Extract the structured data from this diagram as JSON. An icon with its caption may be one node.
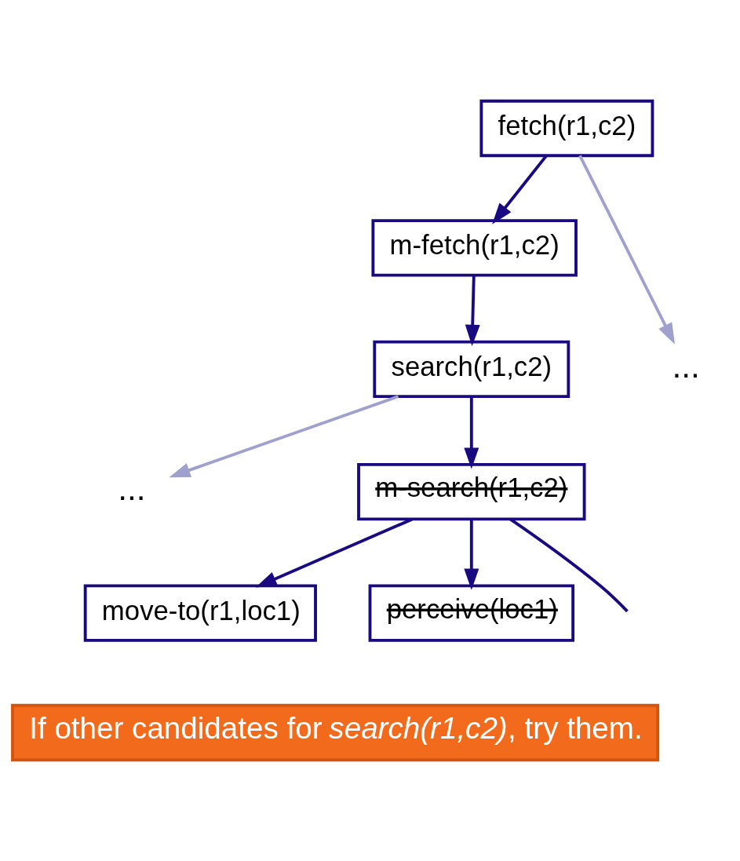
{
  "diagram": {
    "nodes": [
      {
        "text": [
          "fetch(r1,c2)"
        ]
      },
      {
        "text": [
          "m-fetch(r1,c2)"
        ]
      },
      {
        "text": [
          "..."
        ]
      },
      {
        "text": [
          "search(r1,c2)"
        ]
      },
      {
        "text": [
          "..."
        ]
      },
      {
        "text": [
          "m-search(r1,c2)"
        ]
      },
      {
        "text": [
          "move-to(r1,loc1)"
        ]
      },
      {
        "text": [
          "perceive(loc1)"
        ]
      },
      {
        "text": [
          "If other candidates for *search(r1,c2)*, try them."
        ]
      }
    ],
    "edges": [
      {
        "from": 0,
        "to": 1,
        "arrow": "to"
      },
      {
        "from": 0,
        "to": 2,
        "arrow": "to",
        "color": "#a0a0cc"
      },
      {
        "from": 1,
        "to": 3,
        "arrow": "to"
      },
      {
        "from": 3,
        "to": 5,
        "arrow": "to"
      },
      {
        "from": 3,
        "to": 4,
        "arrow": "to",
        "color": "#a0a0cc"
      },
      {
        "from": 5,
        "to": 6,
        "arrow": "to"
      },
      {
        "from": 5,
        "to": 7,
        "arrow": "to"
      },
      {
        "from": 5,
        "to": null,
        "arrow": "none"
      }
    ]
  }
}
